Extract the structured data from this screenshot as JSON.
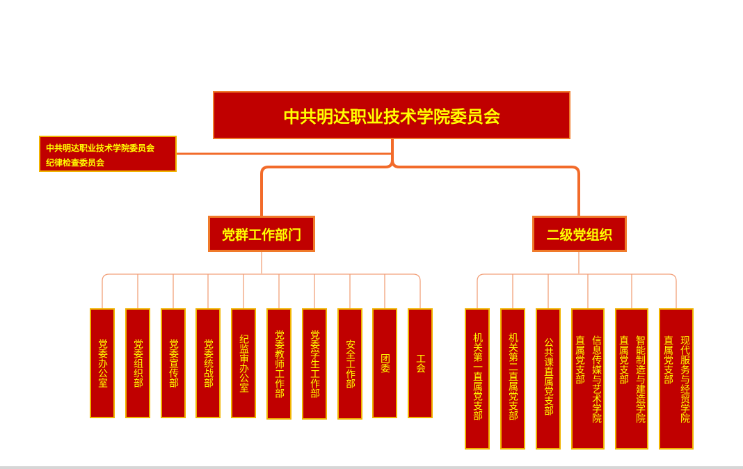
{
  "root": {
    "title": "中共明达职业技术学院委员会"
  },
  "discipline": {
    "line1": "中共明达职业技术学院委员会",
    "line2": "纪律检查委员会"
  },
  "branches": [
    {
      "title": "党群工作部门",
      "children": [
        "党委办公室",
        "党委组织部",
        "党委宣传部",
        "党委统战部",
        "纪监审办公室",
        "党委教师工作部",
        "党委学生工作部",
        "安全工作部",
        "团委",
        "工会"
      ]
    },
    {
      "title": "二级党组织",
      "children": [
        {
          "cols": [
            "机关第一直属党支部"
          ]
        },
        {
          "cols": [
            "机关第二直属党支部"
          ]
        },
        {
          "cols": [
            "公共课直属党支部"
          ]
        },
        {
          "cols": [
            "直属党支部",
            "信息传媒与艺术学院"
          ]
        },
        {
          "cols": [
            "直属党支部",
            "智能制造与建造学院"
          ]
        },
        {
          "cols": [
            "直属党支部",
            "现代服务与经贸学院"
          ]
        }
      ]
    }
  ],
  "colors": {
    "box_fill": "#c00000",
    "text": "#ffff00",
    "connector": "#f07a2a",
    "leaf_border": "#f0b400"
  }
}
